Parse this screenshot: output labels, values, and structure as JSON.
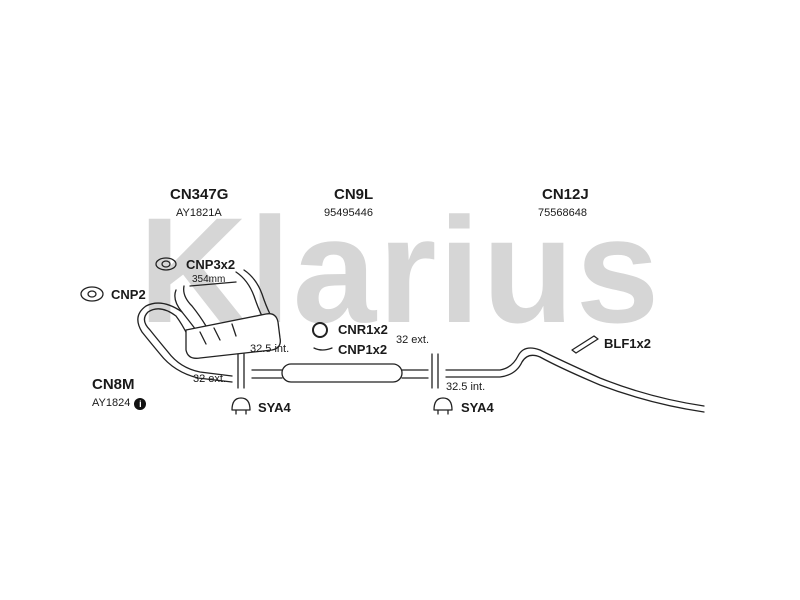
{
  "watermark": "Klarius",
  "parts": {
    "cn347g": {
      "code": "CN347G",
      "part_no": "AY1821A"
    },
    "cn9l": {
      "code": "CN9L",
      "part_no": "95495446"
    },
    "cn12j": {
      "code": "CN12J",
      "part_no": "75568648"
    },
    "cn8m": {
      "code": "CN8M",
      "part_no": "AY1824"
    }
  },
  "fittings": {
    "cnp3x2": "CNP3x2",
    "cnp2": "CNP2",
    "cnr1x2": "CNR1x2",
    "cnp1x2": "CNP1x2",
    "blf1x2": "BLF1x2",
    "sya4_left": "SYA4",
    "sya4_right": "SYA4"
  },
  "dimensions": {
    "pipe_length": "354mm",
    "left_int": "32.5 int.",
    "left_ext": "32 ext.",
    "right_ext": "32 ext.",
    "right_int": "32.5 int."
  },
  "info_icon_glyph": "i",
  "colors": {
    "watermark": "#d6d6d6",
    "line": "#222222"
  }
}
